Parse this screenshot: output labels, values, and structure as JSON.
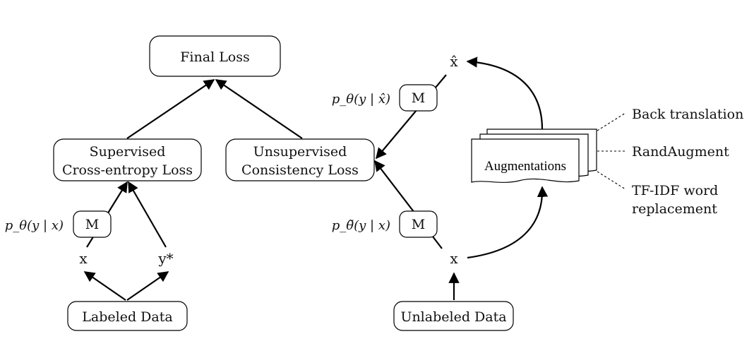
{
  "nodes": {
    "final_loss": "Final Loss",
    "supervised_line1": "Supervised",
    "supervised_line2": "Cross-entropy Loss",
    "unsupervised_line1": "Unsupervised",
    "unsupervised_line2": "Consistency Loss",
    "labeled_data": "Labeled Data",
    "unlabeled_data": "Unlabeled Data",
    "augmentations": "Augmentations"
  },
  "models": {
    "m_label": "M",
    "left_prob": "p_θ(y | x)",
    "top_prob": "p_θ(y | x̂)",
    "bottom_prob": "p_θ̃(y | x)"
  },
  "variables": {
    "x_left": "x",
    "y_star": "y*",
    "x_right": "x",
    "x_hat": "x̂"
  },
  "augmentation_methods": [
    "Back translation",
    "RandAugment",
    "TF-IDF word",
    "replacement"
  ]
}
